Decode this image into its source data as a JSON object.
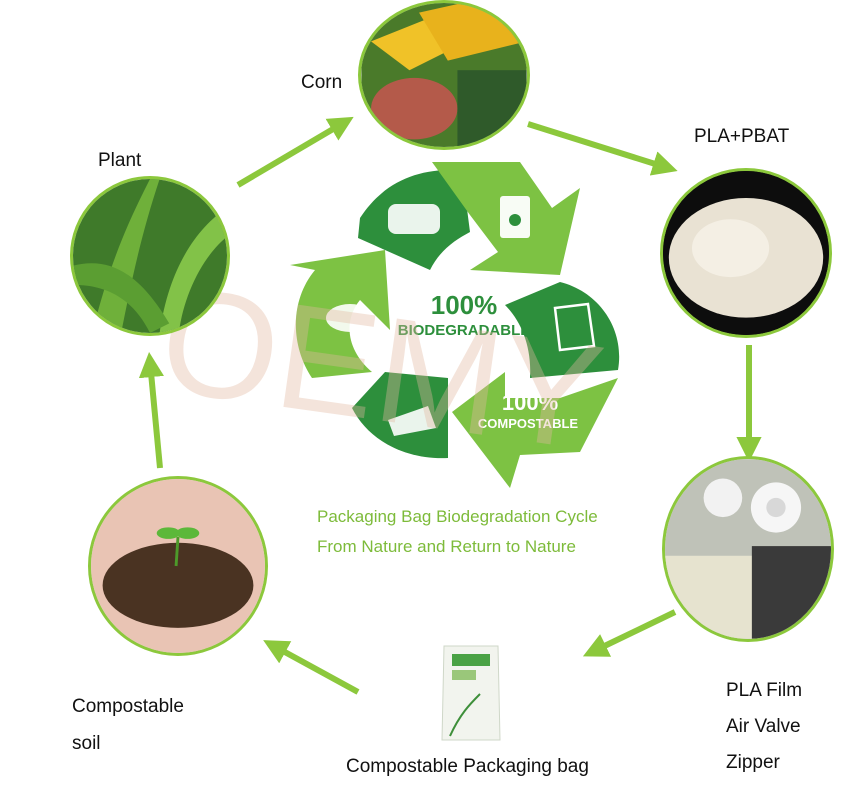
{
  "nodes": {
    "corn": {
      "label": "Corn"
    },
    "pla_pbat": {
      "label": "PLA+PBAT"
    },
    "plant": {
      "label": "Plant"
    },
    "pla_film": {
      "lines": [
        "PLA Film",
        "Air Valve",
        "Zipper"
      ]
    },
    "soil": {
      "lines": [
        "Compostable",
        "soil"
      ]
    },
    "bag": {
      "label": "Compostable Packaging bag"
    }
  },
  "center": {
    "badge_top_percent": "100%",
    "badge_top_word": "BIODEGRADABLE",
    "badge_bottom_percent": "100%",
    "badge_bottom_word": "COMPOSTABLE",
    "tagline_line1": "Packaging Bag Biodegradation Cycle",
    "tagline_line2": "From Nature and Return to Nature"
  },
  "watermark": "OEMY",
  "colors": {
    "arrow": "#8cc83c",
    "recycle_light": "#7dc243",
    "recycle_dark": "#2d8f3c",
    "tagline": "#7dbb3a"
  }
}
